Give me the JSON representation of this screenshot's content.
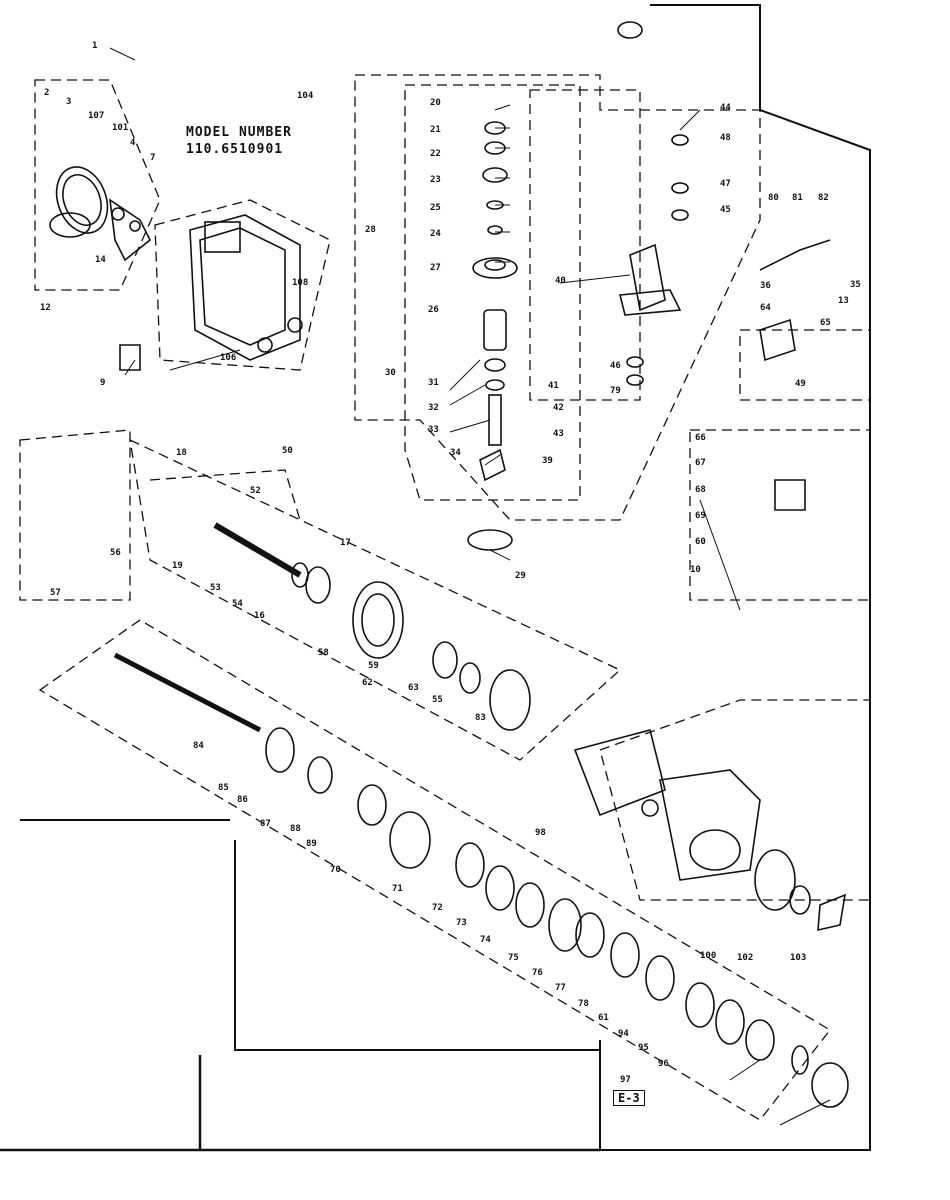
{
  "header": {
    "model_label": "MODEL NUMBER",
    "model_number": "110.6510901"
  },
  "figure_ref": "E-3",
  "part_labels": [
    "1",
    "2",
    "3",
    "107",
    "101",
    "4",
    "7",
    "14",
    "12",
    "108",
    "9",
    "106",
    "104",
    "20",
    "21",
    "22",
    "23",
    "25",
    "24",
    "27",
    "26",
    "30",
    "31",
    "32",
    "33",
    "34",
    "28",
    "41",
    "42",
    "43",
    "39",
    "29",
    "44",
    "48",
    "47",
    "45",
    "40",
    "46",
    "79",
    "80",
    "81",
    "82",
    "35",
    "36",
    "13",
    "64",
    "65",
    "66",
    "67",
    "68",
    "69",
    "60",
    "10",
    "49",
    "18",
    "50",
    "52",
    "19",
    "53",
    "54",
    "16",
    "17",
    "56",
    "57",
    "58",
    "59",
    "62",
    "63",
    "55",
    "83",
    "84",
    "85",
    "86",
    "87",
    "88",
    "89",
    "70",
    "71",
    "72",
    "73",
    "74",
    "75",
    "76",
    "77",
    "78",
    "61",
    "94",
    "95",
    "96",
    "97",
    "98",
    "100",
    "102",
    "103"
  ],
  "colors": {
    "ink": "#111111",
    "paper": "#ffffff"
  }
}
